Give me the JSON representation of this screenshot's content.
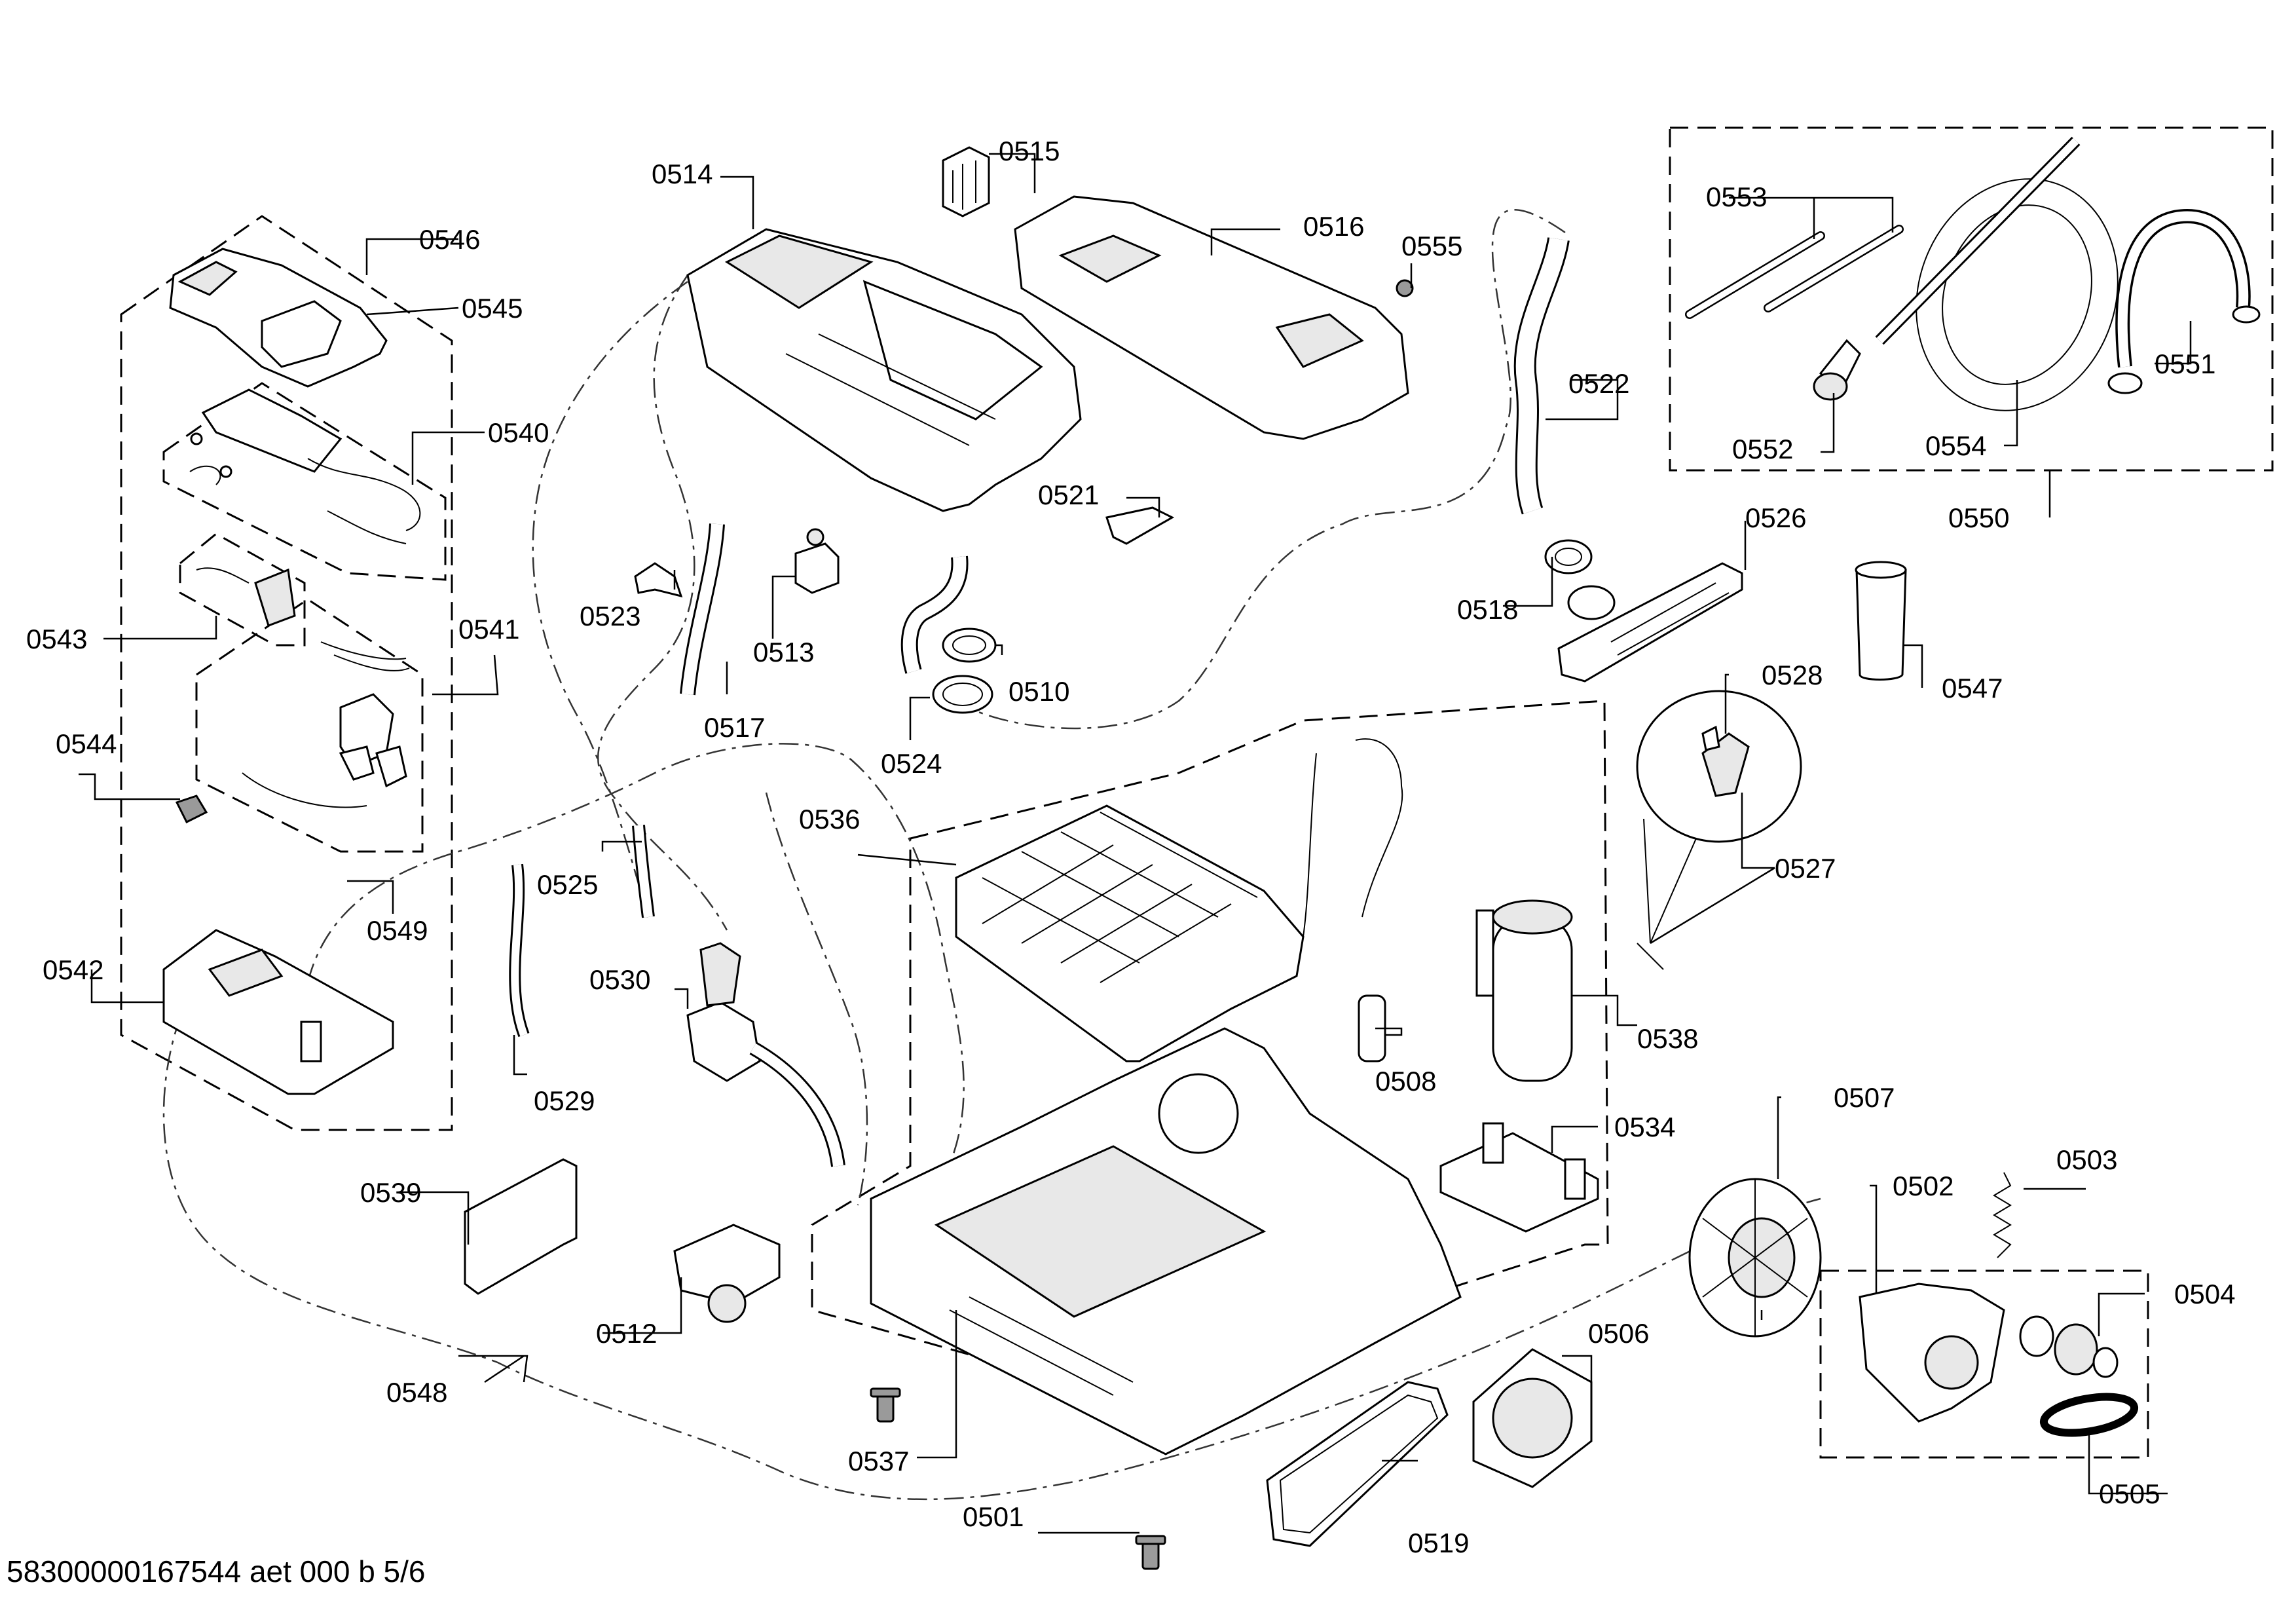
{
  "footer": {
    "document_code": "58300000167544 aet 000 b 5/6"
  },
  "parts": {
    "p0501": "0501",
    "p0502": "0502",
    "p0503": "0503",
    "p0504": "0504",
    "p0505": "0505",
    "p0506": "0506",
    "p0507": "0507",
    "p0508": "0508",
    "p0510": "0510",
    "p0512": "0512",
    "p0513": "0513",
    "p0514": "0514",
    "p0515": "0515",
    "p0516": "0516",
    "p0517": "0517",
    "p0518": "0518",
    "p0519": "0519",
    "p0521": "0521",
    "p0522": "0522",
    "p0523": "0523",
    "p0524": "0524",
    "p0525": "0525",
    "p0526": "0526",
    "p0527": "0527",
    "p0528": "0528",
    "p0529": "0529",
    "p0530": "0530",
    "p0534": "0534",
    "p0536": "0536",
    "p0537": "0537",
    "p0538": "0538",
    "p0539": "0539",
    "p0540": "0540",
    "p0541": "0541",
    "p0542": "0542",
    "p0543": "0543",
    "p0544": "0544",
    "p0545": "0545",
    "p0546": "0546",
    "p0547": "0547",
    "p0548": "0548",
    "p0549": "0549",
    "p0550": "0550",
    "p0551": "0551",
    "p0552": "0552",
    "p0553": "0553",
    "p0554": "0554",
    "p0555": "0555"
  }
}
